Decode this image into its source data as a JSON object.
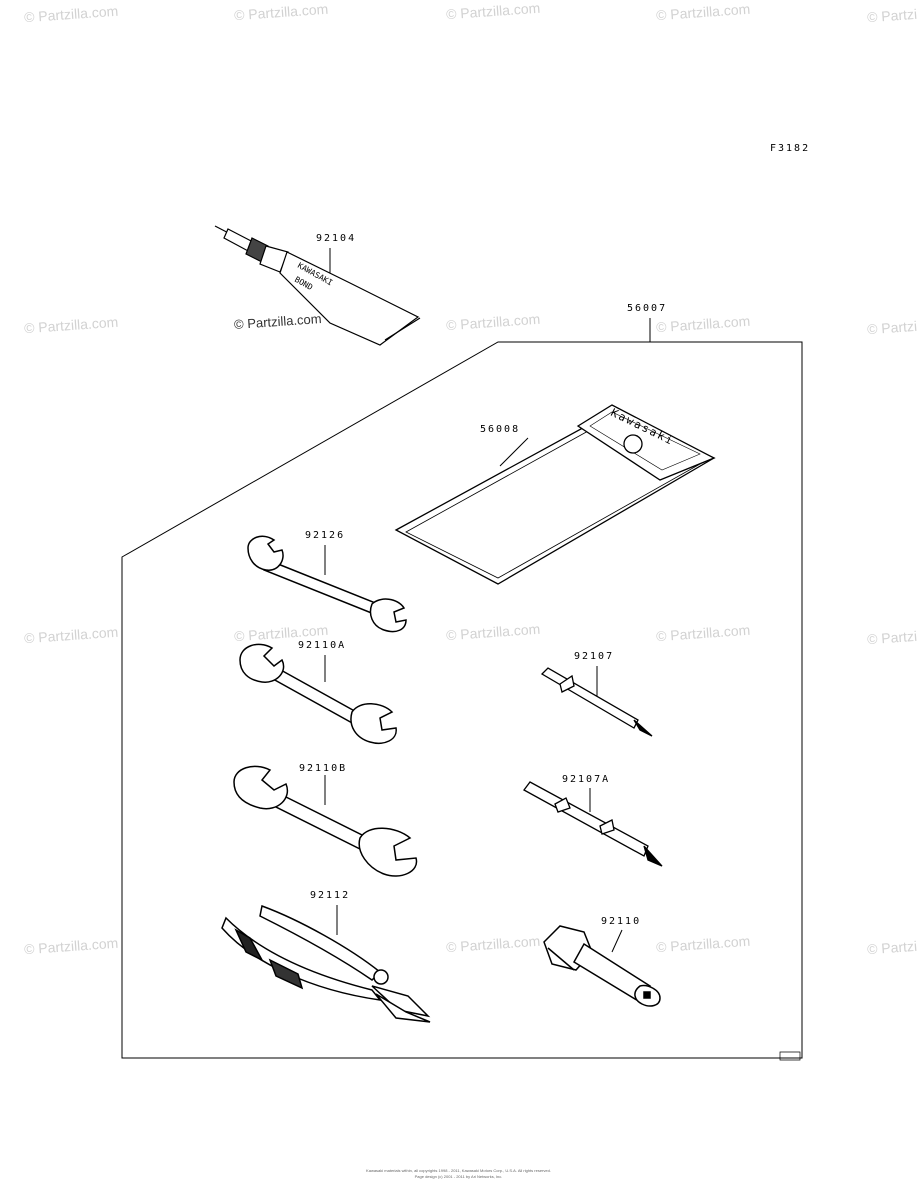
{
  "figure_code": "F3182",
  "watermark": "© Partzilla.com",
  "kit_watermark": "© Partzilla.com",
  "parts": [
    {
      "number": "92104",
      "name": "bond-tube"
    },
    {
      "number": "56007",
      "name": "tool-kit"
    },
    {
      "number": "56008",
      "name": "tool-bag"
    },
    {
      "number": "92126",
      "name": "wrench-small"
    },
    {
      "number": "92110A",
      "name": "wrench-medium"
    },
    {
      "number": "92110B",
      "name": "wrench-large"
    },
    {
      "number": "92107",
      "name": "screwdriver-bit"
    },
    {
      "number": "92107A",
      "name": "screwdriver"
    },
    {
      "number": "92112",
      "name": "pliers"
    },
    {
      "number": "92110",
      "name": "spark-plug-wrench"
    }
  ],
  "labels": {
    "tube_brand": "KAWASAKI",
    "tube_product": "BOND",
    "bag_brand": "Kawasaki"
  },
  "copyright_lines": [
    "Kawasaki materials within, all copyrights 1998 - 2011, Kawasaki Motors Corp., U.S.A. All rights reserved.",
    "Page design (c) 2001 - 2011 by Ari Networks, Inc."
  ]
}
